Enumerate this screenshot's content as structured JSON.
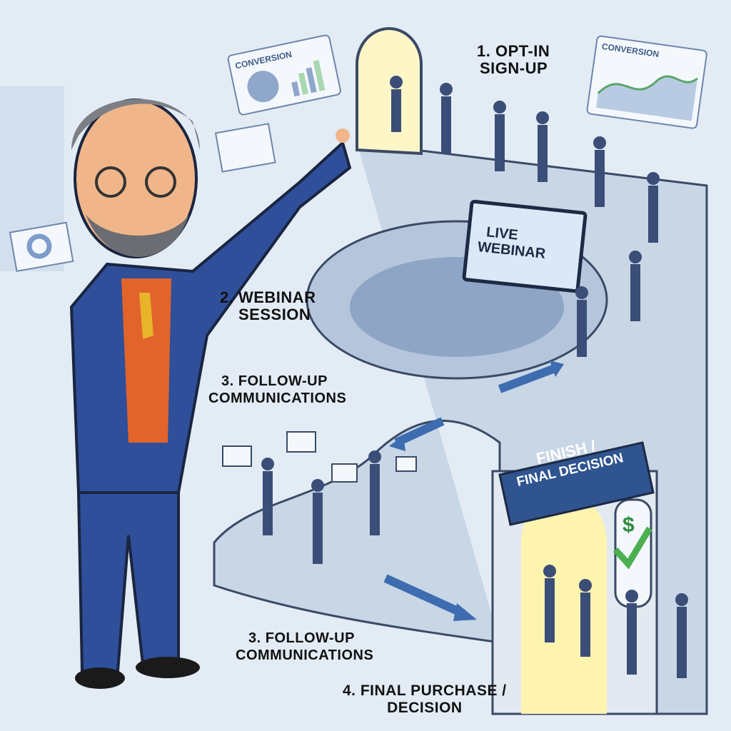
{
  "stages": [
    {
      "label_line1": "1. Opt-In",
      "label_line2": "Sign-Up"
    },
    {
      "label_line1": "2. Webinar",
      "label_line2": "Session"
    },
    {
      "label_line1": "3. Follow-Up",
      "label_line2": "Communications"
    },
    {
      "label_line1": "3. Follow-Up",
      "label_line2": "Communications"
    },
    {
      "label_line1": "4. Final Purchase /",
      "label_line2": "Decision"
    }
  ],
  "screen": {
    "line1": "LIVE",
    "line2": "WEBINAR"
  },
  "banner": {
    "line1": "FINISH /",
    "line2": "FINAL DECISION"
  },
  "panels": {
    "left_title": "CONVERSION",
    "right_title": "CONVERSION"
  },
  "door_icons": [
    "dollar-sign",
    "check-mark"
  ],
  "colors": {
    "background": "#dfe9f3",
    "suit": "#2f4f9a",
    "sweater": "#e2642b",
    "banner": "#2f5490",
    "path": "#c9d6e6",
    "check": "#4caf50"
  }
}
